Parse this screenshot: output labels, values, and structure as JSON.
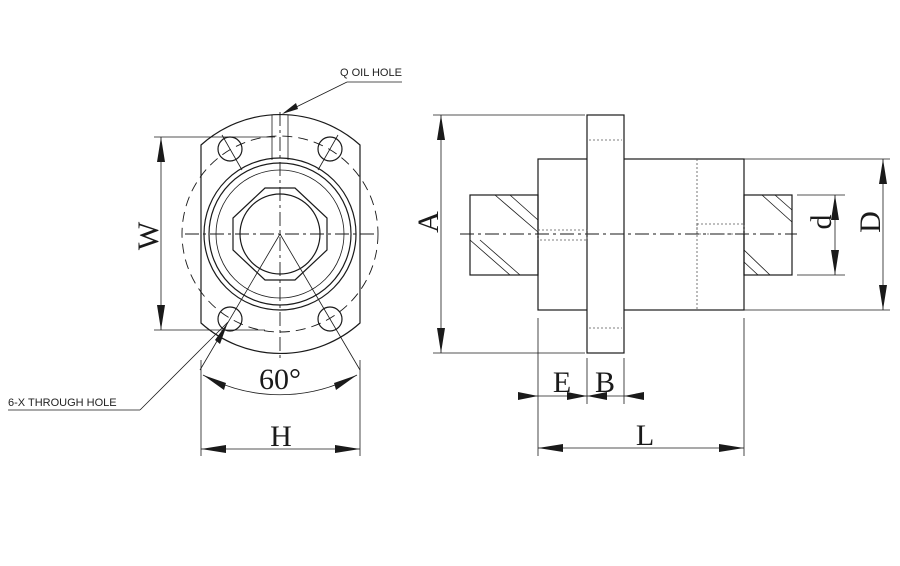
{
  "notes": {
    "oil_hole": "Q OIL HOLE",
    "through_hole": "6-X THROUGH HOLE"
  },
  "dimensions": {
    "W": "W",
    "H": "H",
    "angle": "60°",
    "A": "A",
    "D": "D",
    "d": "d",
    "E": "E",
    "B": "B",
    "L": "L"
  }
}
